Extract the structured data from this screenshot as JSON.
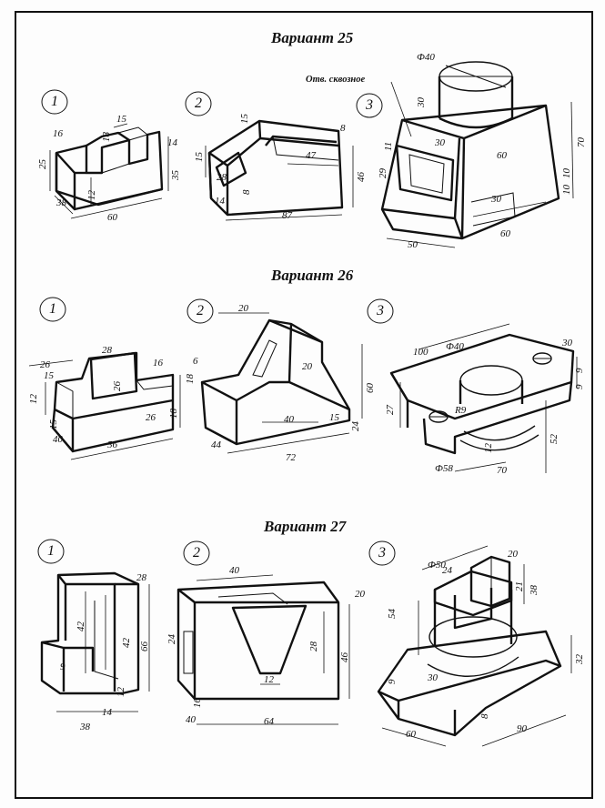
{
  "variants": [
    {
      "title": "Вариант 25",
      "items": [
        {
          "num": "1",
          "dims": [
            "16",
            "15",
            "18",
            "14",
            "25",
            "35",
            "12",
            "38",
            "60"
          ]
        },
        {
          "num": "2",
          "dims": [
            "15",
            "8",
            "15",
            "47",
            "46",
            "28",
            "8",
            "14",
            "87"
          ]
        },
        {
          "num": "3",
          "dims": [
            "Ф40",
            "30",
            "30",
            "70",
            "11",
            "29",
            "60",
            "10",
            "10",
            "30",
            "60",
            "50"
          ],
          "note": "Отв. сквозное"
        }
      ]
    },
    {
      "title": "Вариант 26",
      "items": [
        {
          "num": "1",
          "dims": [
            "28",
            "26",
            "15",
            "16",
            "12",
            "26",
            "15",
            "18",
            "26",
            "40",
            "56"
          ]
        },
        {
          "num": "2",
          "dims": [
            "20",
            "6",
            "18",
            "20",
            "60",
            "40",
            "15",
            "24",
            "44",
            "72"
          ]
        },
        {
          "num": "3",
          "dims": [
            "100",
            "Ф40",
            "30",
            "9",
            "9",
            "27",
            "R9",
            "52",
            "12",
            "Ф58",
            "70"
          ]
        }
      ]
    },
    {
      "title": "Вариант 27",
      "items": [
        {
          "num": "1",
          "dims": [
            "28",
            "42",
            "42",
            "66",
            "9",
            "12",
            "14",
            "38"
          ]
        },
        {
          "num": "2",
          "dims": [
            "40",
            "20",
            "24",
            "28",
            "46",
            "12",
            "16",
            "40",
            "64"
          ]
        },
        {
          "num": "3",
          "dims": [
            "Ф50",
            "20",
            "24",
            "21",
            "38",
            "54",
            "32",
            "9",
            "30",
            "8",
            "60",
            "90"
          ]
        }
      ]
    }
  ]
}
